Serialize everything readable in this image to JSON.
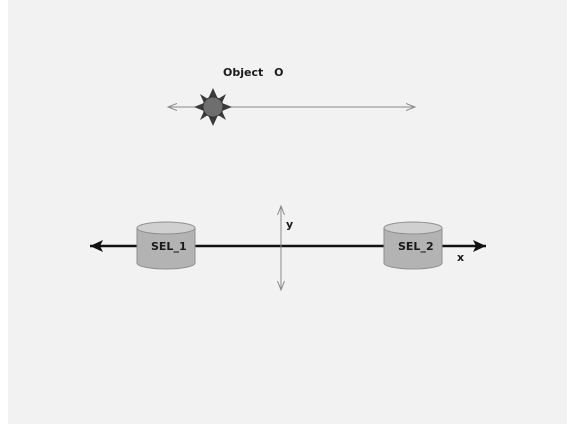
{
  "object": {
    "label": "Object",
    "symbol": "O"
  },
  "sensors": [
    {
      "label": "SEL_1"
    },
    {
      "label": "SEL_2"
    }
  ],
  "axes": {
    "x_label": "x",
    "y_label": "y"
  },
  "colors": {
    "background": "#f2f2f2",
    "cylinder_body": "#b3b3b3",
    "cylinder_top": "#d0d0d0",
    "object_fill": "#6e6e6e",
    "star_points": "#3a3a3a"
  }
}
